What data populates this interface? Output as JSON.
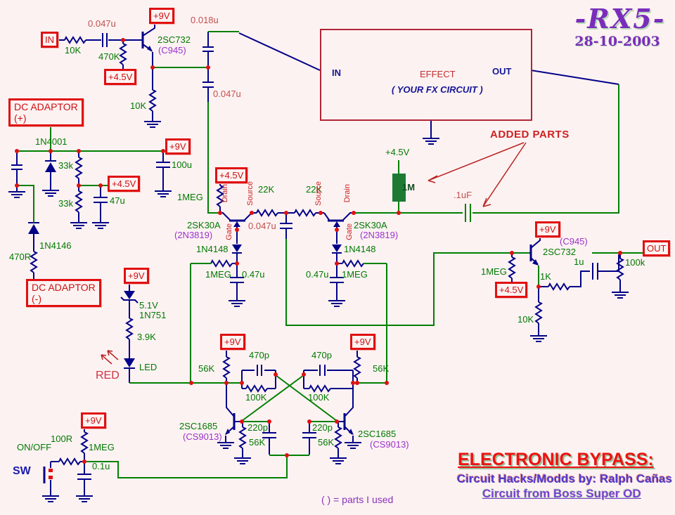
{
  "logo": {
    "name": "-RX5-",
    "date": "28-10-2003"
  },
  "title_block": {
    "title": "ELECTRONIC BYPASS:",
    "credit": "Circuit Hacks/Modds by: Ralph Cañas",
    "source": "Circuit from Boss Super OD"
  },
  "effect_box": {
    "in": "IN",
    "title": "EFFECT",
    "subtitle": "( YOUR FX CIRCUIT )",
    "out": "OUT"
  },
  "jacks": {
    "input": "IN",
    "output": "OUT"
  },
  "annotations": {
    "added_parts": "ADDED PARTS",
    "led_color": "RED",
    "note": "( ) = parts I used",
    "on_off": "ON/OFF",
    "switch": "SW"
  },
  "power": {
    "v9": "+9V",
    "v45": "+4.5V",
    "dc_line": "DC ADAPTOR",
    "dc_pos": "(+)",
    "dc_neg": "(-)"
  },
  "components": {
    "r_in": "10K",
    "c_in": "0.047u",
    "r_bias_in": "470K",
    "q_in": "2SC732",
    "q_in_alt": "(C945)",
    "r_e_in": "10K",
    "c_couple1": "0.018u",
    "c_couple2": "0.047u",
    "d_protect": "1N4001",
    "r_div1": "33k",
    "r_div2": "33k",
    "c_filter": "100u",
    "c_bias": "47u",
    "d_neg": "1N4146",
    "r_neg": "470R",
    "r_drain": "1MEG",
    "pin_drain": "Drain",
    "pin_source": "Source",
    "pin_gate": "Gate",
    "r_s1": "22K",
    "r_s2": "22K",
    "jfet": "2SK30A",
    "jfet_alt": "(2N3819)",
    "d_gate": "1N4148",
    "c_src": "0.047u",
    "r_gate": "1MEG",
    "c_gate": "0.47u",
    "mute_supply": "+4.5V",
    "r_mute": "1M",
    "c_mute": ".1uF",
    "q_out": "2SC732",
    "q_out_alt": "(C945)",
    "r_b_out": "1MEG",
    "r_e1_out": "1K",
    "c_out": "1u",
    "r_load": "100k",
    "r_e2_out": "10K",
    "zener_v": "5.1V",
    "zener": "1N751",
    "r_led": "3.9K",
    "led": "LED",
    "r_c_ff": "56K",
    "c_ff": "470p",
    "r_fb": "100K",
    "q_ff": "2SC1685",
    "q_ff_alt": "(CS9013)",
    "c_trig": "220p",
    "r_b_ff": "56K",
    "r_sw": "100R",
    "r_pull": "1MEG",
    "c_sw": "0.1u"
  }
}
